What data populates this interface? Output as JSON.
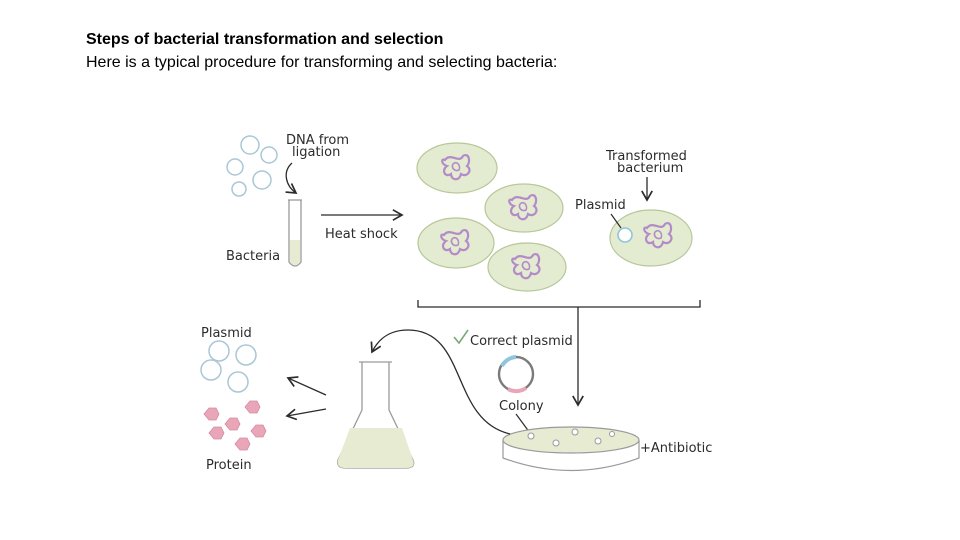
{
  "slide": {
    "title": "Steps of bacterial transformation and selection",
    "subtitle": "Here is a typical procedure for transforming and selecting bacteria:"
  },
  "diagram": {
    "labels": {
      "dna_from": "DNA from",
      "ligation": "ligation",
      "bacteria": "Bacteria",
      "heat_shock": "Heat shock",
      "transformed": "Transformed",
      "bacterium": "bacterium",
      "plasmid_top": "Plasmid",
      "plasmid_left": "Plasmid",
      "protein": "Protein",
      "correct_plasmid": "Correct plasmid",
      "colony": "Colony",
      "antibiotic": "+Antibiotic"
    },
    "colors": {
      "cell_fill": "#e3ebd0",
      "cell_stroke": "#b7c79a",
      "dna_stroke": "#b48bc9",
      "plasmid_stroke": "#8fc6dc",
      "protein_fill": "#e9a6b8",
      "medium_fill": "#e6ebd2",
      "line": "#2b2b2b"
    }
  }
}
